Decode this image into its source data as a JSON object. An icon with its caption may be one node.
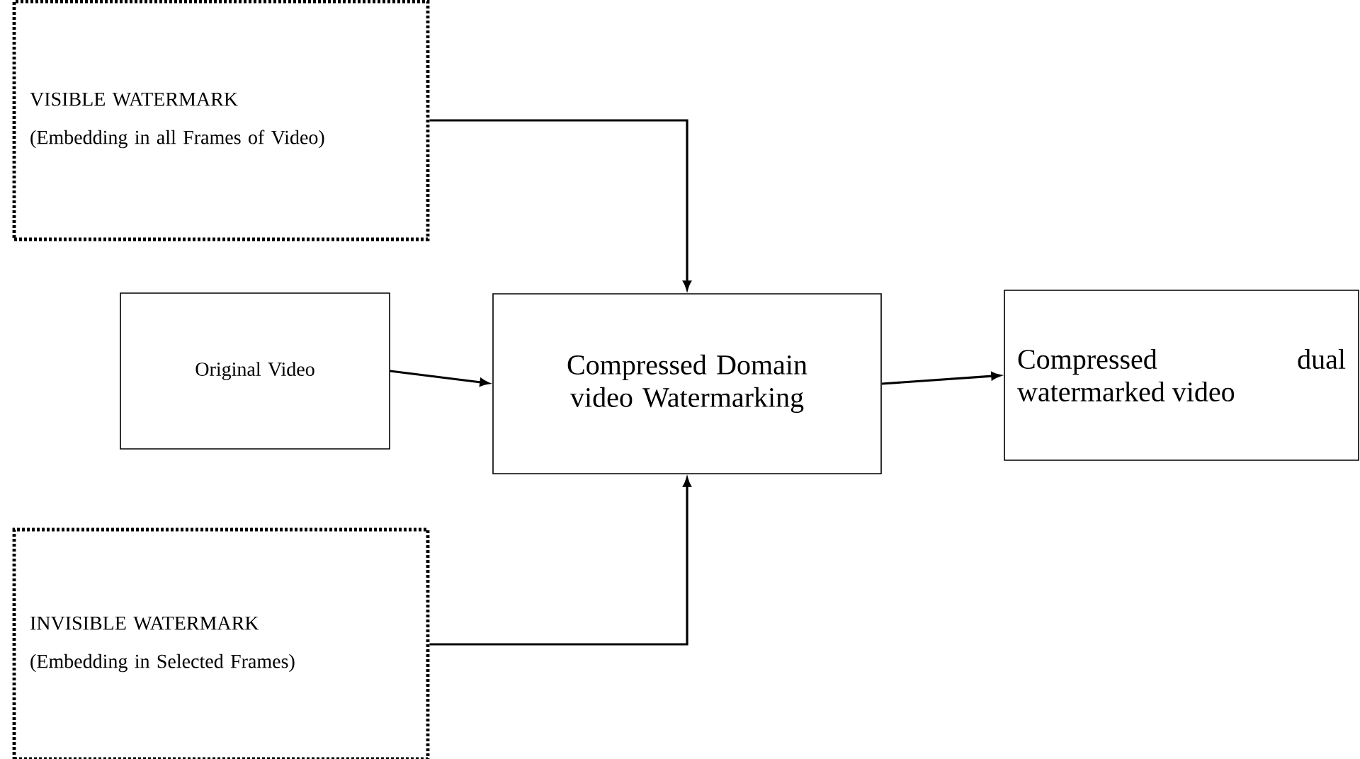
{
  "diagram": {
    "nodes": [
      {
        "text": [
          "VISIBLE WATERMARK",
          "(Embedding in all Frames of Video)"
        ]
      },
      {
        "text": [
          "Original Video"
        ]
      },
      {
        "text": [
          "Compressed Domain video Watermarking"
        ]
      },
      {
        "text": [
          "Compressed dual watermarked video"
        ]
      },
      {
        "text": [
          "INVISIBLE WATERMARK",
          "(Embedding in Selected Frames)"
        ]
      }
    ],
    "edges": [
      {
        "from": 0,
        "to": 2,
        "arrow": "to"
      },
      {
        "from": 1,
        "to": 2,
        "arrow": "to"
      },
      {
        "from": 2,
        "to": 3,
        "arrow": "to"
      },
      {
        "from": 4,
        "to": 2,
        "arrow": "to"
      }
    ]
  }
}
